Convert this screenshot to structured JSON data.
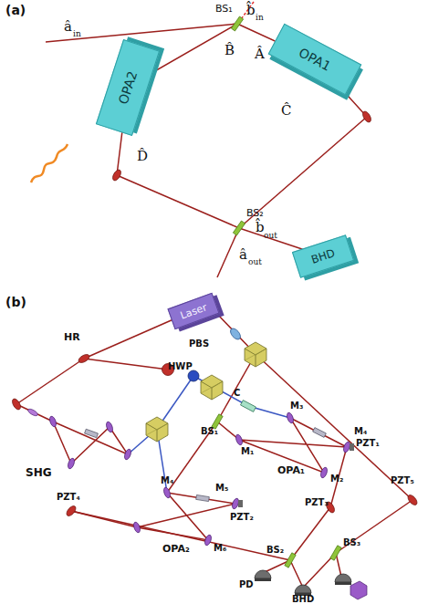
{
  "diagram": {
    "nodes": [
      {
        "text": [
          "OPA1"
        ]
      },
      {
        "text": [
          "OPA2"
        ]
      },
      {
        "text": [
          "BHD"
        ]
      },
      {
        "text": [
          "Laser"
        ]
      }
    ],
    "labels": [
      "(a)",
      "â",
      "in",
      "BS₁",
      "b̂",
      "in",
      "B̂",
      "Â",
      "Ĉ",
      "D̂",
      "BS₂",
      "b̂",
      "out",
      "â",
      "out",
      "(b)",
      "HR",
      "PBS",
      "HWP",
      "SHG",
      "C",
      "BS₁",
      "M₃",
      "M₄",
      "PZT₁",
      "M₁",
      "M₂",
      "OPA₁",
      "PZT₅",
      "PZT₃",
      "PZT₄",
      "M₄",
      "M₅",
      "PZT₂",
      "OPA₂",
      "M₆",
      "BS₂",
      "BS₃",
      "PD",
      "BHD"
    ]
  }
}
